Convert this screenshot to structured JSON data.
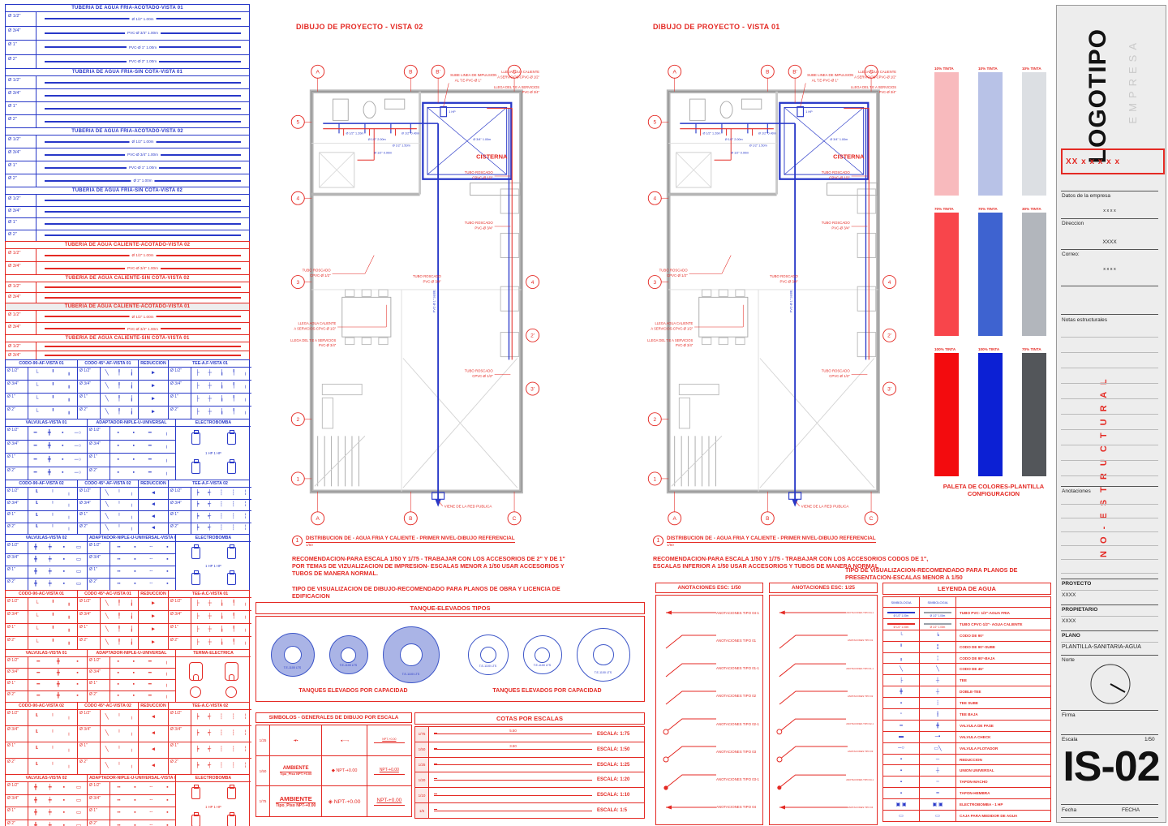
{
  "colors": {
    "blue": "#2838c8",
    "red": "#e42a24",
    "wall": "#bdbdbd",
    "palette": [
      [
        "#f8babd",
        "#b8c2e7",
        "#dcdfe3"
      ],
      [
        "#f8454b",
        "#3e63d0",
        "#b2b6bc"
      ],
      [
        "#f30b0e",
        "#0c20d4",
        "#53565a"
      ]
    ]
  },
  "plans": [
    {
      "title": "DIBUJO DE PROYECTO - VISTA 02",
      "note_num": "1",
      "note": "DISTRIBUCION DE - AGUA FRIA Y CALIENTE - PRIMER NIVEL-DIBUJO REFERENCIAL",
      "note_scale": "1/50",
      "p1": "RECOMENDACION-PARA ESCALA 1/50  Y 1/75 - TRABAJAR CON LOS ACCESORIOS DE 2\" Y DE 1\" POR TEMAS DE VIZUALIZACION DE IMPRESION- ESCALAS MENOR A 1/50 USAR ACCESORIOS Y TUBOS DE MANERA NORMAL.",
      "p2": "TIPO DE VISUALIZACION DE DIBUJO-RECOMENDADO PARA PLANOS DE OBRA Y LICENCIA DE EDIFICACION"
    },
    {
      "title": "DIBUJO DE PROYECTO - VISTA 01",
      "note_num": "1",
      "note": "DISTRIBUCION DE - AGUA FRIA Y CALIENTE - PRIMER NIVEL-DIBUJO REFERENCIAL",
      "note_scale": "1/50",
      "p1": "RECOMENDACION-PARA ESCALA 1/50  Y 1/75 - TRABAJAR CON LOS ACCESORIOS CODOS DE 1\", ESCALAS INFERIOR A 1/50 USAR ACCESORIOS Y TUBOS DE MANERA NORMAL",
      "p2": "TIPO DE VISUALIZACION-RECOMENDADO PARA PLANOS DE PRESENTACION-ESCALAS MENOR A 1/50"
    }
  ],
  "plan_labels": {
    "cisterna": "CISTERNA",
    "viene": "VIENE DE LA RED PUBLICA",
    "hp": "1 HP",
    "sube1": "SUBE LINEA  DE IMPULSION",
    "sube2": "AL T.E-PVC-Ø 1\"",
    "llega_ac1": "LLEGA AGUA CALIENTE",
    "llega_ac2": "A SERVICIOS-CPVC-Ø 1/2\"",
    "llega_te1": "LLEGA  DEL T.E A SERVICIOS",
    "llega_te2": "PVC-Ø 3/4\"",
    "tubo_c1": "TUBO ROSCADO",
    "tubo_c2": "CPVC-Ø 1/2\"",
    "tubo_p1": "TUBO ROSCADO",
    "tubo_p2": "PVC-Ø 3/4\"",
    "pvc_sube": "PVC-Ø 1\" SUBE",
    "dims": [
      "Ø 1/2\" 2.00m",
      "Ø 1/2\" 1.50m",
      "Ø 1/2\" 0.40m",
      "Ø 1/2\" 0.90m",
      "Ø 1/2\" 1.20m",
      "Ø 3/4\" 1.00m"
    ],
    "grid_top": [
      "A",
      "B",
      "B'",
      "C"
    ],
    "grid_left": [
      "5",
      "4",
      "3",
      "2",
      "1"
    ],
    "grid_right": [
      "4",
      "3'",
      "2'"
    ],
    "grid_bottom": [
      "A",
      "B",
      "C"
    ]
  },
  "pipe_sections": [
    {
      "color": "blue",
      "h": 78,
      "title": "TUBERIA DE AGUA FRIA-ACOTADO-VISTA 01",
      "rows": [
        [
          "Ø 1/2\"",
          "Ø 1/2\" 1.00m"
        ],
        [
          "Ø 3/4\"",
          "PVC-Ø 3/4\" 1.00m"
        ],
        [
          "Ø 1\"",
          "PVC-Ø 1\" 1.00m"
        ],
        [
          "Ø 2\"",
          "PVC-Ø 2\" 1.00m"
        ]
      ]
    },
    {
      "color": "blue",
      "h": 72,
      "title": "TUBERIA DE AGUA FRIA-SIN COTA-VISTA 01",
      "rows": [
        [
          "Ø 1/2\"",
          ""
        ],
        [
          "Ø 3/4\"",
          ""
        ],
        [
          "Ø 1\"",
          ""
        ],
        [
          "Ø 2\"",
          ""
        ]
      ]
    },
    {
      "color": "blue",
      "h": 72,
      "title": "TUBERIA DE AGUA FRIA-ACOTADO-VISTA 02",
      "rows": [
        [
          "Ø 1/2\"",
          "Ø 1/2\" 1.00m"
        ],
        [
          "Ø 3/4\"",
          "PVC-Ø 3/4\" 1.00m"
        ],
        [
          "Ø 1\"",
          "PVC-Ø 1\" 1.00m"
        ],
        [
          "Ø 2\"",
          "Ø 2\" 1.00m"
        ]
      ]
    },
    {
      "color": "blue",
      "h": 66,
      "title": "TUBERIA DE AGUA FRIA-SIN COTA-VISTA 02",
      "rows": [
        [
          "Ø 1/2\"",
          ""
        ],
        [
          "Ø 3/4\"",
          ""
        ],
        [
          "Ø 1\"",
          ""
        ],
        [
          "Ø 2\"",
          ""
        ]
      ]
    },
    {
      "color": "red",
      "h": 40,
      "title": "TUBERIA DE AGUA CALIENTE-ACOTADO-VISTA 02",
      "rows": [
        [
          "Ø 1/2\"",
          "Ø 1/2\" 1.00m"
        ],
        [
          "Ø 3/4\"",
          "PVC-Ø 3/4\" 1.00m"
        ]
      ]
    },
    {
      "color": "red",
      "h": 34,
      "title": "TUBERIA DE AGUA CALIENTE-SIN COTA-VISTA 02",
      "rows": [
        [
          "Ø 1/2\"",
          ""
        ],
        [
          "Ø 3/4\"",
          ""
        ]
      ]
    },
    {
      "color": "red",
      "h": 38,
      "shaded": true,
      "title": "TUBERIA DE AGUA CALIENTE-ACOTADO-VISTA 01",
      "rows": [
        [
          "Ø 1/2\"",
          "Ø 1/2\" 1.00m"
        ],
        [
          "Ø 3/4\"",
          "PVC-Ø 3/4\" 1.00m"
        ]
      ]
    },
    {
      "color": "red",
      "h": 30,
      "title": "TUBERIA DE AGUA CALIENTE-SIN COTA-VISTA 01",
      "rows": [
        [
          "Ø 1/2\"",
          ""
        ],
        [
          "Ø 3/4\"",
          ""
        ]
      ]
    }
  ],
  "diameters": [
    "Ø 1/2\"",
    "Ø 3/4\"",
    "Ø 1\"",
    "Ø 2\""
  ],
  "fitting_bands": [
    {
      "color": "blue",
      "h": 72,
      "groups": [
        {
          "title": "CODO-90-AF-VISTA 01",
          "dia": true,
          "w": 88,
          "sym": "└ ╹ ╻"
        },
        {
          "title": "CODO 45°-AF-VISTA 01",
          "dia": true,
          "w": 74,
          "sym": "╲ ╿ ╽"
        },
        {
          "title": "REDUCCION",
          "dia": false,
          "w": 36,
          "sym": "►"
        },
        {
          "title": "TEE-A.F-VISTA 01",
          "dia": true,
          "w": 102,
          "sym": "├ ┼ ╽ ╿ ╷"
        }
      ]
    },
    {
      "color": "blue",
      "h": 74,
      "groups": [
        {
          "title": "VALVULAS-VISTA 01",
          "dia": true,
          "w": 100,
          "sym": "━ ╋ ▪ ─○"
        },
        {
          "title": "ADAPTADOR-NIPLE-U-UNIVERSAL",
          "dia": true,
          "w": 108,
          "sym": "▪ ▪ ━ ╷"
        },
        {
          "title": "ELECTROBOMBA",
          "dia": false,
          "w": 92,
          "type": "pump"
        }
      ]
    },
    {
      "color": "blue",
      "h": 66,
      "groups": [
        {
          "title": "CODO-90-AF-VISTA 02",
          "dia": true,
          "w": 88,
          "sym": "┖ ╵ ╷"
        },
        {
          "title": "CODO 45°-AF-VISTA 02",
          "dia": true,
          "w": 74,
          "sym": "╲ ╵ ╷"
        },
        {
          "title": "REDUCCION",
          "dia": false,
          "w": 36,
          "sym": "◄"
        },
        {
          "title": "TEE-A.F-VISTA 02",
          "dia": true,
          "w": 102,
          "sym": "┝ ┽ ┆ ┆ ╎"
        }
      ]
    },
    {
      "color": "blue",
      "h": 68,
      "groups": [
        {
          "title": "VALVULAS-VISTA 02",
          "dia": true,
          "w": 100,
          "sym": "╋ ┿ ▪ ▭"
        },
        {
          "title": "ADAPTADOR-NIPLE-U-UNIVERSAL-VISTA 02",
          "dia": true,
          "w": 108,
          "sym": "╍ ▪ ╌ ▪"
        },
        {
          "title": "ELECTROBOMBA",
          "dia": false,
          "w": 92,
          "type": "pump"
        }
      ]
    },
    {
      "color": "red",
      "h": 72,
      "groups": [
        {
          "title": "CODO-90-AC-VISTA 01",
          "dia": true,
          "w": 88,
          "sym": "└ ╹ ╻"
        },
        {
          "title": "CODO 45°-AC-VISTA 01",
          "dia": true,
          "w": 74,
          "sym": "╲ ╿ ╽"
        },
        {
          "title": "REDUCCION",
          "dia": false,
          "w": 36,
          "sym": "►"
        },
        {
          "title": "TEE-A.C-VISTA 01",
          "dia": true,
          "w": 102,
          "sym": "├ ┼ ╽ ╿ ╷"
        }
      ]
    },
    {
      "color": "red",
      "h": 64,
      "groups": [
        {
          "title": "VALVULAS-VISTA 01",
          "dia": true,
          "w": 100,
          "sym": "━ ╋ ▪"
        },
        {
          "title": "ADAPTADOR-NIPLE-U-UNIVERSAL",
          "dia": true,
          "w": 108,
          "sym": "▪ ▪ ━ ╷"
        },
        {
          "title": "TERMA-ELECTRICA",
          "dia": false,
          "w": 92,
          "type": "terma"
        }
      ]
    },
    {
      "color": "red",
      "h": 88,
      "groups": [
        {
          "title": "CODO-90-AC-VISTA 02",
          "dia": true,
          "w": 88,
          "sym": "┖ ╵ ╷"
        },
        {
          "title": "CODO 45°-AC-VISTA 02",
          "dia": true,
          "w": 74,
          "sym": "╲ ╵ ╷"
        },
        {
          "title": "REDUCCION",
          "dia": false,
          "w": 36,
          "sym": "◄"
        },
        {
          "title": "TEE-A.C-VISTA 02",
          "dia": true,
          "w": 102,
          "sym": "┝ ┽ ┆ ┆ ╎"
        }
      ]
    },
    {
      "color": "red",
      "h": 70,
      "groups": [
        {
          "title": "VALVULAS-VISTA 02",
          "dia": true,
          "w": 100,
          "sym": "╋ ┿ ▪ ▭"
        },
        {
          "title": "ADAPTADOR-NIPLE-U-UNIVERSAL-VISTA 02",
          "dia": true,
          "w": 108,
          "sym": "╍ ▪ ╌ ▪"
        },
        {
          "title": "ELECTROBOMBA",
          "dia": false,
          "w": 92,
          "type": "pump2"
        }
      ]
    }
  ],
  "palette": {
    "labels": [
      [
        "10% TINTA",
        "10% TINTA",
        "10% TINTA"
      ],
      [
        "70% TINTA",
        "70% TINTA",
        "30% TINTA"
      ],
      [
        "100% TINTA",
        "100% TINTA",
        "70% TINTA"
      ]
    ],
    "caption": "PALETA DE COLORES-PLANTILLA\nCONFIGURACION"
  },
  "tanques": {
    "header": "TANQUE-ELEVADOS TIPOS",
    "label": "T.E-1100 LTS",
    "caption": "TANQUES ELEVADOS POR CAPACIDAD",
    "sizes_filled": [
      52,
      46,
      68
    ],
    "sizes_outline": [
      48,
      46,
      64
    ]
  },
  "simbolos": {
    "header": "SIMBOLOS - GENERALES DE DIBUJO POR ESCALA",
    "rows": [
      {
        "scale": "1/25",
        "c1": "▪▾▪",
        "c1b": "",
        "c2": "◄──▪",
        "c3": "NPT-+0.00"
      },
      {
        "scale": "1/50",
        "c1": "AMBIENTE",
        "c1b": "Tipo_Piso  NPT-+0.00",
        "c2": "◆ NPT-+0.00",
        "c3": "NPT-+0.00"
      },
      {
        "scale": "1/75",
        "c1": "AMBIENTE",
        "c1b": "Tipo_Piso  NPT-+0.00",
        "c2": "◈ NPT-+0.00",
        "c3": "NPT-+0.00"
      }
    ]
  },
  "cotas": {
    "header": "COTAS POR ESCALAS",
    "rows": [
      {
        "scale": "1/75",
        "dim": "5.50",
        "label": "ESCALA:  1:75"
      },
      {
        "scale": "1/50",
        "dim": "3.50",
        "label": "ESCALA:  1:50"
      },
      {
        "scale": "1/25",
        "dim": "",
        "label": "ESCALA:  1:25"
      },
      {
        "scale": "1/20",
        "dim": "",
        "label": "ESCALA:  1:20"
      },
      {
        "scale": "1/10",
        "dim": "",
        "label": "ESCALA:  1:10"
      },
      {
        "scale": "1/5",
        "dim": "",
        "label": "ESCALA:  1:5"
      }
    ]
  },
  "anotaciones": [
    {
      "header": "ANOTACIONES ESC: 1/50",
      "small": false,
      "items": [
        {
          "label": "ANOTACIONES TIPO 04-1",
          "style": "straight"
        },
        {
          "label": "ANOTACIONES TIPO 01",
          "style": "elbow"
        },
        {
          "label": "ANOTACIONES TIPO 01-1",
          "style": "elbow"
        },
        {
          "label": "ANOTACIONES TIPO 02",
          "style": "elbow"
        },
        {
          "label": "ANOTACIONES TIPO 02-1",
          "style": "elbow-circle"
        },
        {
          "label": "ANOTACIONES TIPO 03",
          "style": "elbow-circle"
        },
        {
          "label": "ANOTACIONES TIPO 03-1",
          "style": "elbow-dot"
        },
        {
          "label": "ANOTACIONES TIPO 04",
          "style": "straight"
        }
      ]
    },
    {
      "header": "ANOTACIONES ESC: 1/25",
      "small": true,
      "items": [
        {
          "label": "ANOTACIONES TIPO 04-1",
          "style": "straight"
        },
        {
          "label": "ANOTACIONES TIPO 01",
          "style": "elbow"
        },
        {
          "label": "ANOTACIONES TIPO 01-1",
          "style": "elbow"
        },
        {
          "label": "ANOTACIONES TIPO 02",
          "style": "elbow"
        },
        {
          "label": "ANOTACIONES TIPO 02-1",
          "style": "elbow-circle"
        },
        {
          "label": "ANOTACIONES TIPO 03",
          "style": "elbow-circle"
        },
        {
          "label": "ANOTACIONES TIPO 03-1",
          "style": "elbow-dot"
        },
        {
          "label": "ANOTACIONES TIPO 04",
          "style": "straight"
        }
      ]
    }
  ],
  "leyenda": {
    "header": "LEYENDA DE AGUA",
    "sub1": "SIMBOLOGIA",
    "sub2": "SIMBOLOGIA",
    "rows": [
      {
        "line": "blue",
        "lbl": "Ø 1/2\" 1.00m",
        "desc": "TUBO PVC- 1/2\"-AGUA FRIA"
      },
      {
        "line": "red",
        "lbl": "Ø 1/2\" 1.00m",
        "desc": "TUBO CPVC-1/2\"- AGUA CALIENTE"
      },
      {
        "s1": "└",
        "s2": "┕",
        "desc": "CODO DE 90°"
      },
      {
        "s1": "╹",
        "s2": "╏",
        "desc": "CODO DE 90°-SUBE"
      },
      {
        "s1": "╻",
        "s2": "╎",
        "desc": "CODO DE 90°-BAJA"
      },
      {
        "s1": "╲",
        "s2": "╲",
        "desc": "CODO DE 45°"
      },
      {
        "s1": "├",
        "s2": "┼",
        "desc": "TEE"
      },
      {
        "s1": "╋",
        "s2": "┼",
        "desc": "DOBLE-TEE"
      },
      {
        "s1": "▪",
        "s2": "┆",
        "desc": "TEE SUBE"
      },
      {
        "s1": "▫",
        "s2": "┇",
        "desc": "TEE BAJA"
      },
      {
        "s1": "━",
        "s2": "╋",
        "desc": "VALVULA DE PASE"
      },
      {
        "s1": "▬",
        "s2": "─▪",
        "desc": "VALVULA CHECK"
      },
      {
        "s1": "─○",
        "s2": "▭╲",
        "desc": "VALVULA FLOTADOR"
      },
      {
        "s1": "▪",
        "s2": "─",
        "desc": "REDUCCION"
      },
      {
        "s1": "▪",
        "s2": "┼",
        "desc": "UNION UNIVERSAL"
      },
      {
        "s1": "▪",
        "s2": "╌",
        "desc": "TAPON-MACHO"
      },
      {
        "s1": "▪",
        "s2": "╍",
        "desc": "TAPON-HEMBRA"
      },
      {
        "s1": "▣ ▣",
        "s2": "▣ ▣",
        "desc": "ELECTROBOMBA - 1 HP"
      },
      {
        "s1": "▭",
        "s2": "▭",
        "desc": "CAJA PARA MEDIDOR DE AGUA"
      }
    ]
  },
  "tb": {
    "logo": "LOGOTIPO",
    "empresa": "EMPRESA",
    "xline": "XX x      x      x      x      x",
    "datos": "Datos de la empresa",
    "datos_x": "x        x        x        x",
    "dir": "Direccion",
    "dir_v": "XXXX",
    "correo": "Correo:",
    "correo_x": "x      x      x      x",
    "notas": "Notas estructurales",
    "noestr": "N O - E S T R U C T U R A L",
    "anot": "Anotaciones",
    "proyecto": "PROYECTO",
    "proyecto_v": "XXXX",
    "prop": "PROPIETARIO",
    "prop_v": "XXXX",
    "plano": "PLANO",
    "plano_v": "PLANTILLA-SANITARIA-AGUA",
    "norte": "Norte",
    "firma": "Firma",
    "escala": "Escala",
    "escala_v": "1/50",
    "code": "IS-02",
    "fecha": "Fecha",
    "fecha_v": "FECHA"
  }
}
